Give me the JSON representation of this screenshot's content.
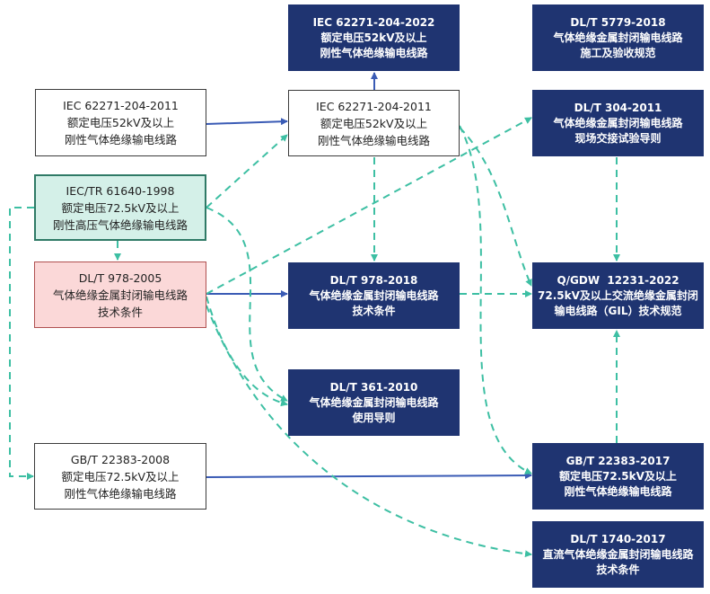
{
  "nodes": {
    "iec_2011_left": {
      "lines": [
        "IEC 62271-204-2011",
        "额定电压52kV及以上",
        "刚性气体绝缘输电线路"
      ]
    },
    "iec_tr_1998": {
      "lines": [
        "IEC/TR 61640-1998",
        "额定电压72.5kV及以上",
        "刚性高压气体绝缘输电线路"
      ]
    },
    "dlt_978_2005": {
      "lines": [
        "DL/T 978-2005",
        "气体绝缘金属封闭输电线路",
        "技术条件"
      ]
    },
    "gbt_22383_2008": {
      "lines": [
        "GB/T 22383-2008",
        "额定电压72.5kV及以上",
        "刚性气体绝缘输电线路"
      ]
    },
    "iec_2022": {
      "lines": [
        "IEC 62271-204-2022",
        "额定电压52kV及以上",
        "刚性气体绝缘输电线路"
      ]
    },
    "iec_2011_mid": {
      "lines": [
        "IEC 62271-204-2011",
        "额定电压52kV及以上",
        "刚性气体绝缘输电线路"
      ]
    },
    "dlt_978_2018": {
      "lines": [
        "DL/T 978-2018",
        "气体绝缘金属封闭输电线路",
        "技术条件"
      ]
    },
    "dlt_361_2010": {
      "lines": [
        "DL/T 361-2010",
        "气体绝缘金属封闭输电线路",
        "使用导则"
      ]
    },
    "dlt_5779_2018": {
      "lines": [
        "DL/T 5779-2018",
        "气体绝缘金属封闭输电线路",
        "施工及验收规范"
      ]
    },
    "dlt_304_2011": {
      "lines": [
        "DL/T 304-2011",
        "气体绝缘金属封闭输电线路",
        "现场交接试验导则"
      ]
    },
    "qgdw_12231_2022": {
      "lines": [
        "Q/GDW  12231-2022",
        "72.5kV及以上交流绝缘金属封闭",
        "输电线路（GIL）技术规范"
      ]
    },
    "gbt_22383_2017": {
      "lines": [
        "GB/T 22383-2017",
        "额定电压72.5kV及以上",
        "刚性气体绝缘输电线路"
      ]
    },
    "dlt_1740_2017": {
      "lines": [
        "DL/T 1740-2017",
        "直流气体绝缘金属封闭输电线路",
        "技术条件"
      ]
    }
  },
  "colors": {
    "navy_fill": "#1f3471",
    "solid_arrow": "#3a5bb5",
    "dashed_arrow": "#3dbfa3",
    "teal_fill": "#d4f0e8",
    "pink_fill": "#fbd8d8"
  }
}
